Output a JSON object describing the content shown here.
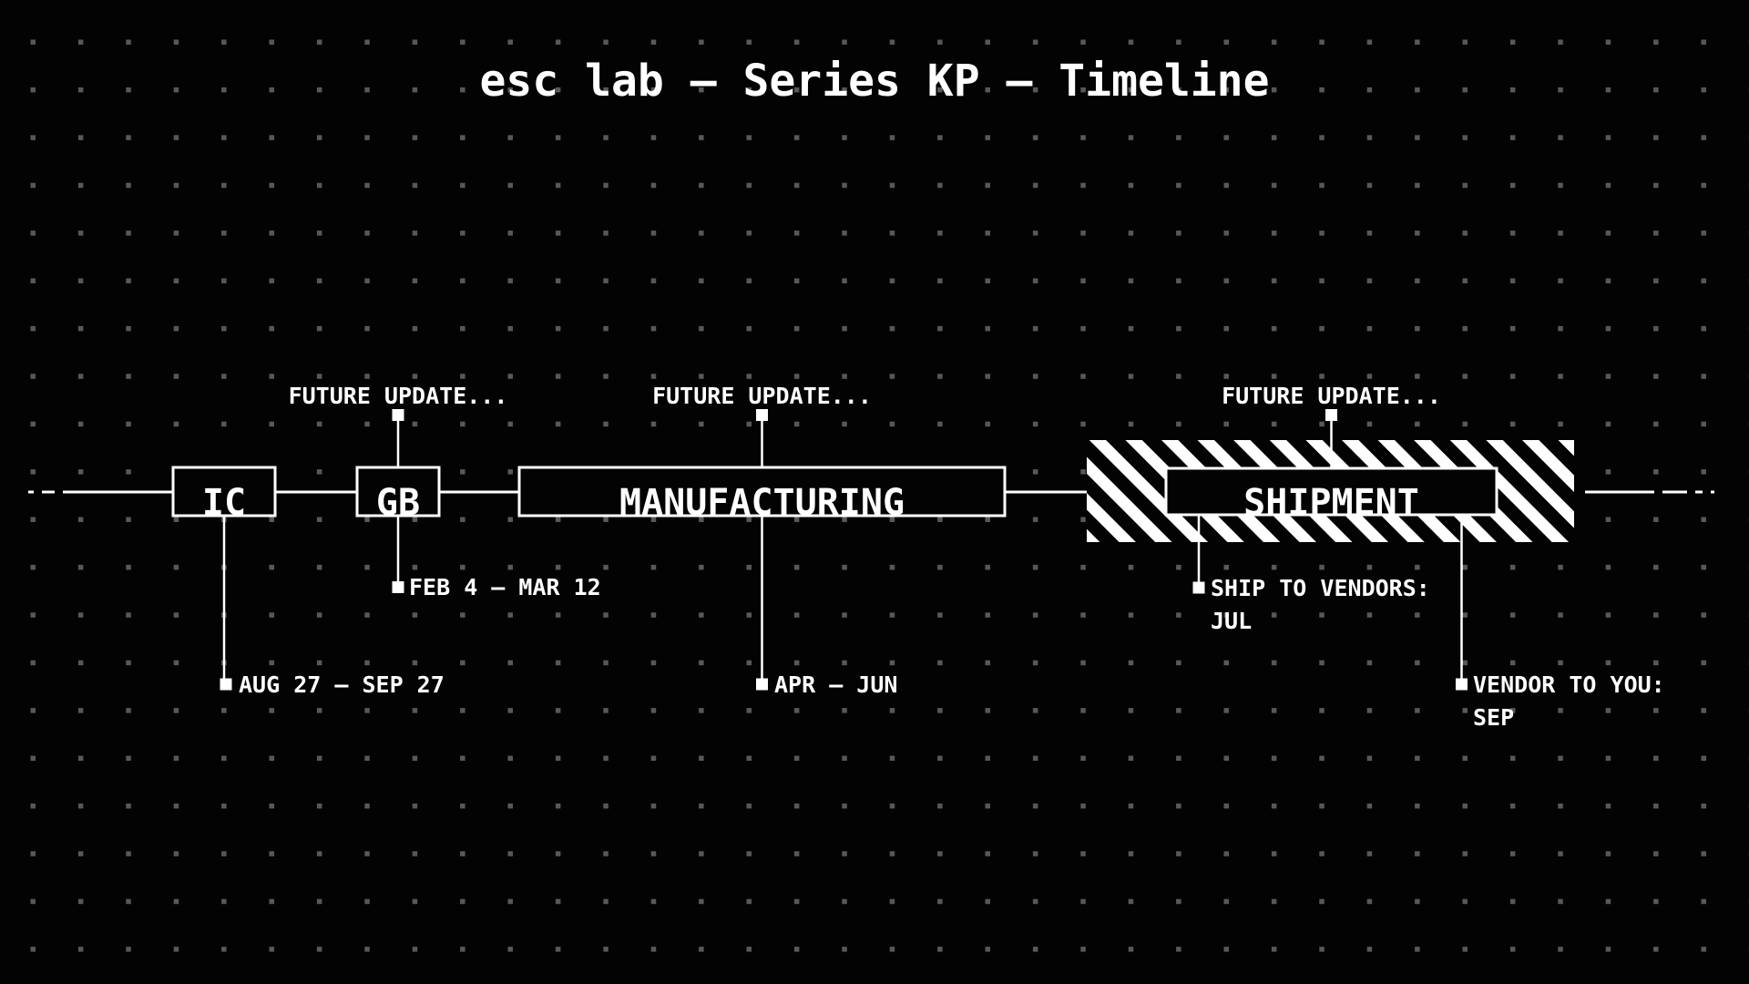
{
  "title": "esc lab — Series KP — Timeline",
  "colors": {
    "background": "#030303",
    "foreground": "#ffffff",
    "grid_dot": "#585858"
  },
  "timeline": {
    "stages": [
      {
        "label": "IC",
        "date": "AUG 27 — SEP 27"
      },
      {
        "label": "GB",
        "update": "FUTURE UPDATE...",
        "date": "FEB 4 — MAR 12"
      },
      {
        "label": "MANUFACTURING",
        "update": "FUTURE UPDATE...",
        "date": "APR — JUN"
      },
      {
        "label": "SHIPMENT",
        "update": "FUTURE UPDATE...",
        "date1_line1": "SHIP TO VENDORS:",
        "date1_line2": "JUL",
        "date2_line1": "VENDOR TO YOU:",
        "date2_line2": "SEP"
      }
    ]
  }
}
